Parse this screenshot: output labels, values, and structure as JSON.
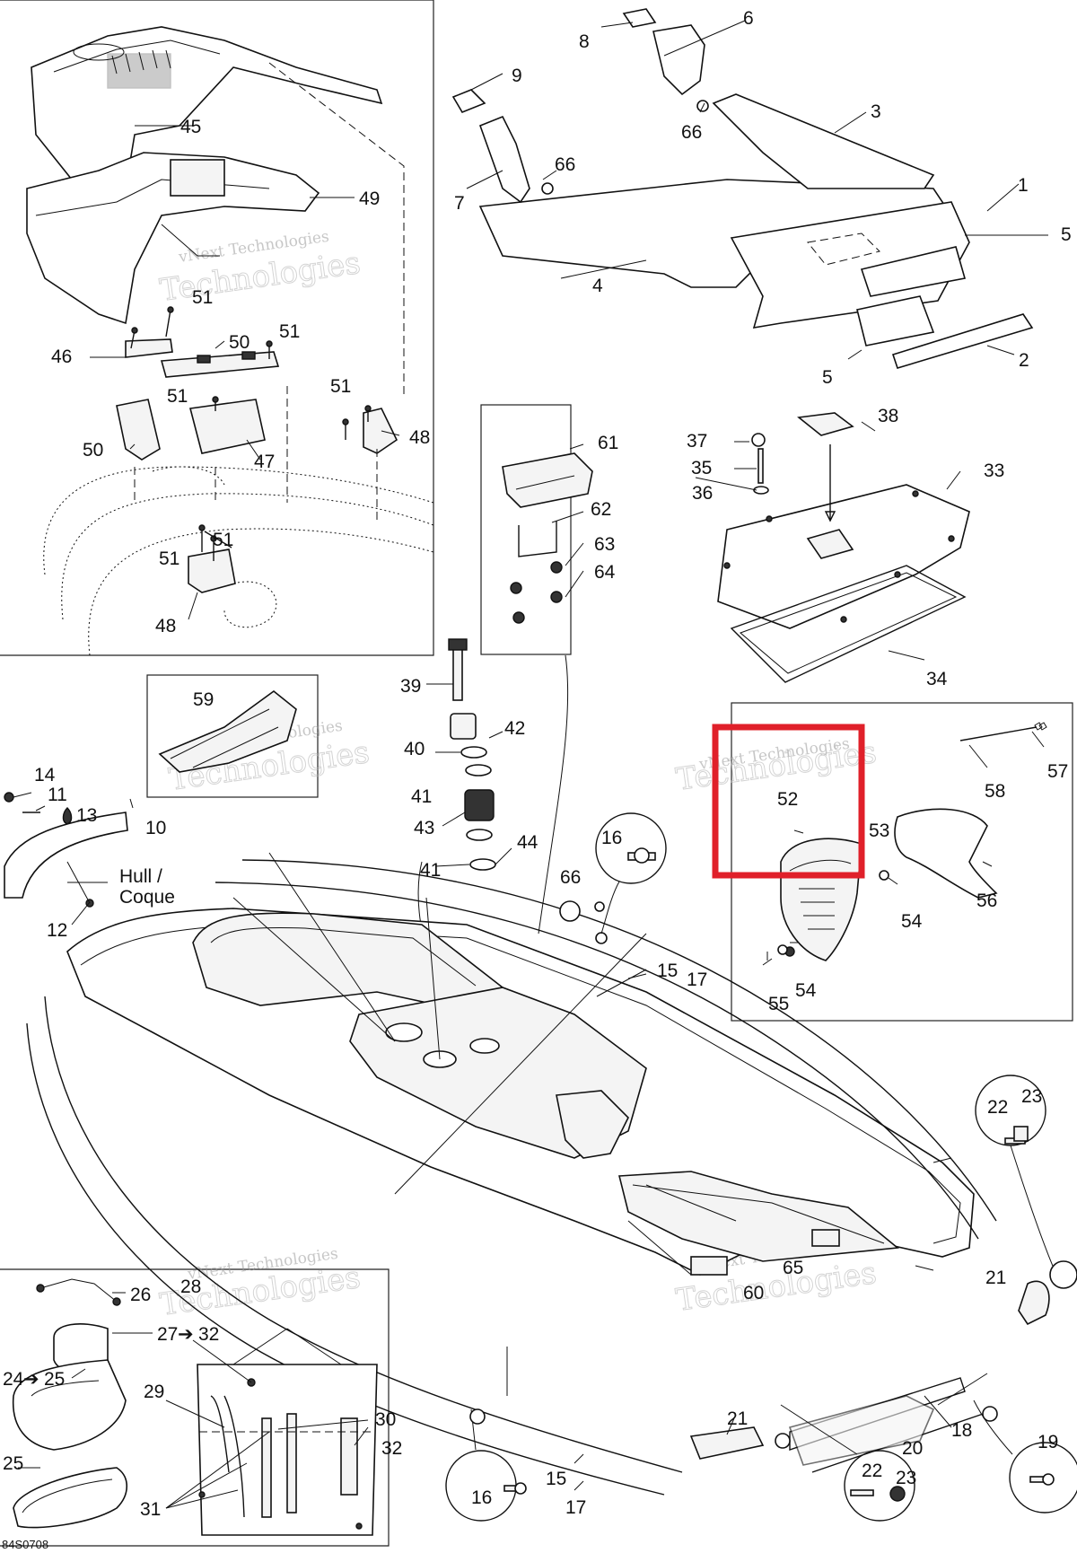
{
  "diagram": {
    "reference_code": "84S0708",
    "watermark_line1": "vNext Technologies",
    "watermark_line2": "Technologies",
    "hull_label_line1": "Hull /",
    "hull_label_line2": "Coque",
    "highlight_color": "#e0202a",
    "part_numbers": {
      "p1": "1",
      "p2": "2",
      "p3": "3",
      "p4": "4",
      "p5a": "5",
      "p5b": "5",
      "p6": "6",
      "p7": "7",
      "p8": "8",
      "p9": "9",
      "p10": "10",
      "p11": "11",
      "p12": "12",
      "p13": "13",
      "p14": "14",
      "p15a": "15",
      "p15b": "15",
      "p16a": "16",
      "p16b": "16",
      "p17a": "17",
      "p17b": "17",
      "p18": "18",
      "p19": "19",
      "p20": "20",
      "p21a": "21",
      "p21b": "21",
      "p22a": "22",
      "p22b": "22",
      "p23a": "23",
      "p23b": "23",
      "p24": "24",
      "p25a": "25",
      "p25b": "25",
      "p26": "26",
      "p27": "27",
      "p32a": "32",
      "p28": "28",
      "p29": "29",
      "p30": "30",
      "p31": "31",
      "p32": "32",
      "p33": "33",
      "p34": "34",
      "p35": "35",
      "p36": "36",
      "p37": "37",
      "p38": "38",
      "p39": "39",
      "p40": "40",
      "p41a": "41",
      "p41b": "41",
      "p42": "42",
      "p43": "43",
      "p44": "44",
      "p45": "45",
      "p46": "46",
      "p47": "47",
      "p48a": "48",
      "p48b": "48",
      "p49": "49",
      "p50a": "50",
      "p50b": "50",
      "p51a": "51",
      "p51b": "51",
      "p51c": "51",
      "p51d": "51",
      "p51e": "51",
      "p51f": "51",
      "p52": "52",
      "p53": "53",
      "p54a": "54",
      "p54b": "54",
      "p55": "55",
      "p56": "56",
      "p57": "57",
      "p58": "58",
      "p59": "59",
      "p60": "60",
      "p61": "61",
      "p62": "62",
      "p63": "63",
      "p64": "64",
      "p65": "65",
      "p66a": "66",
      "p66b": "66",
      "p66c": "66"
    },
    "range_arrow": "➔",
    "icons": [
      "bolt-icon",
      "nut-icon",
      "washer-icon",
      "arrow-icon"
    ]
  }
}
